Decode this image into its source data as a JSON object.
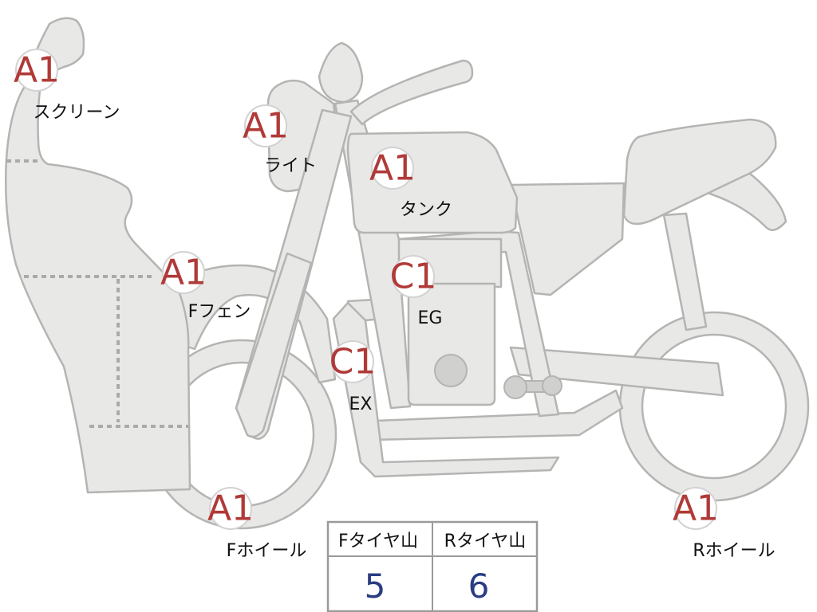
{
  "parts": {
    "screen": {
      "grade": "A1",
      "label": "スクリーン"
    },
    "light": {
      "grade": "A1",
      "label": "ライト"
    },
    "tank": {
      "grade": "A1",
      "label": "タンク"
    },
    "engine": {
      "grade": "C1",
      "label": "EG"
    },
    "front_fender": {
      "grade": "A1",
      "label": "Fフェン"
    },
    "exhaust": {
      "grade": "C1",
      "label": "EX"
    },
    "front_wheel": {
      "grade": "A1",
      "label": "Fホイール"
    },
    "rear_wheel": {
      "grade": "A1",
      "label": "Rホイール"
    }
  },
  "tire_table": {
    "front": {
      "header": "Fタイヤ山",
      "value": "5"
    },
    "rear": {
      "header": "Rタイヤ山",
      "value": "6"
    }
  },
  "colors": {
    "grade_text": "#b03a38",
    "tire_value_text": "#2a3d82",
    "body_fill": "#e8e8e6",
    "body_stroke": "#b4b4b2"
  }
}
